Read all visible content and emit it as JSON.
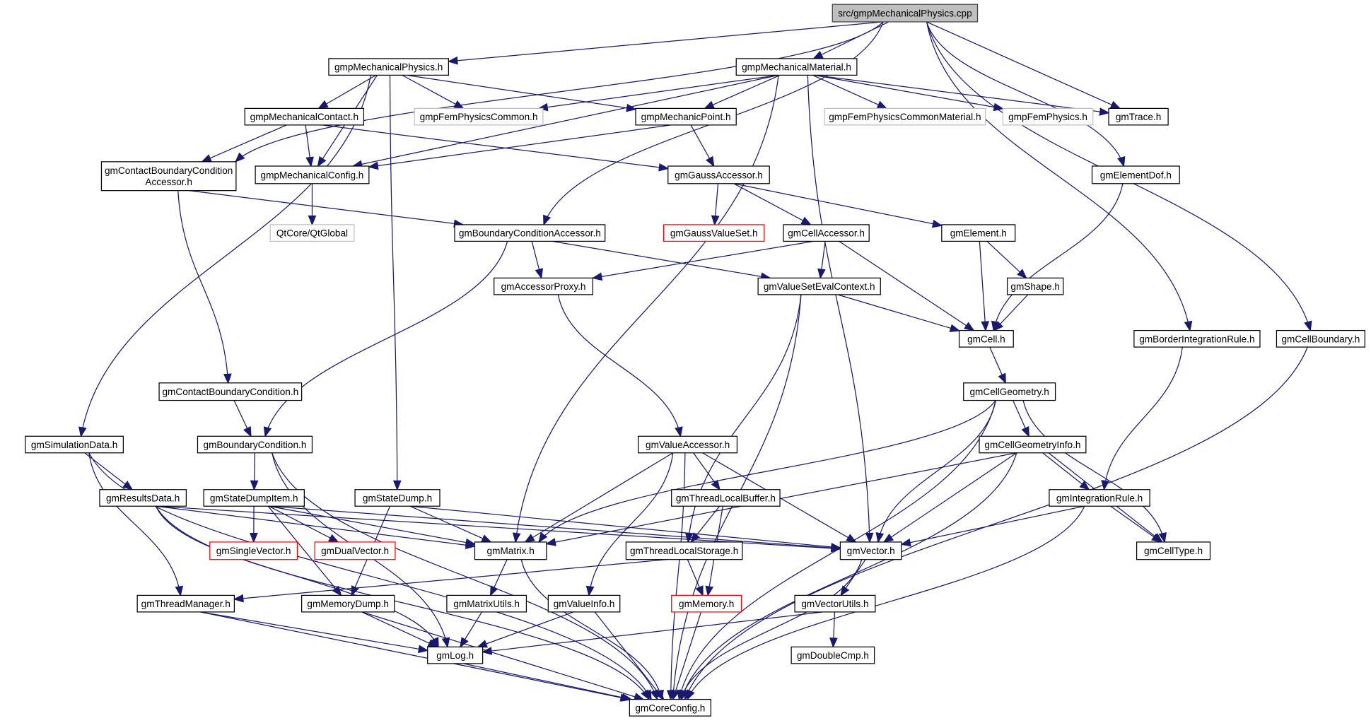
{
  "title": "src/gmpMechanicalPhysics.cpp",
  "colors": {
    "edge": "#191970",
    "root_fill": "#bfbfbf",
    "root_border": "#404040",
    "node_border": "#000000",
    "external_border": "#bfbfbf",
    "missing_border": "#ff0000",
    "node_fill": "#ffffff"
  },
  "nodes": [
    {
      "id": "cpp",
      "label": [
        "src/gmpMechanicalPhysics.cpp"
      ],
      "kind": "root"
    },
    {
      "id": "mphys",
      "label": [
        "gmpMechanicalPhysics.h"
      ],
      "kind": "normal"
    },
    {
      "id": "mmat",
      "label": [
        "gmpMechanicalMaterial.h"
      ],
      "kind": "normal"
    },
    {
      "id": "mcontact",
      "label": [
        "gmpMechanicalContact.h"
      ],
      "kind": "normal"
    },
    {
      "id": "femcommon",
      "label": [
        "gmpFemPhysicsCommon.h"
      ],
      "kind": "external"
    },
    {
      "id": "mpoint",
      "label": [
        "gmpMechanicPoint.h"
      ],
      "kind": "normal"
    },
    {
      "id": "femcommonmat",
      "label": [
        "gmpFemPhysicsCommonMaterial.h"
      ],
      "kind": "external"
    },
    {
      "id": "femphys",
      "label": [
        "gmpFemPhysics.h"
      ],
      "kind": "external"
    },
    {
      "id": "trace",
      "label": [
        "gmTrace.h"
      ],
      "kind": "normal"
    },
    {
      "id": "cbcacc",
      "label": [
        "gmContactBoundaryCondition",
        "Accessor.h"
      ],
      "kind": "normal"
    },
    {
      "id": "mconfig",
      "label": [
        "gmpMechanicalConfig.h"
      ],
      "kind": "normal"
    },
    {
      "id": "gaussacc",
      "label": [
        "gmGaussAccessor.h"
      ],
      "kind": "normal"
    },
    {
      "id": "elemdof",
      "label": [
        "gmElementDof.h"
      ],
      "kind": "normal"
    },
    {
      "id": "qtglobal",
      "label": [
        "QtCore/QtGlobal"
      ],
      "kind": "external"
    },
    {
      "id": "bcacc",
      "label": [
        "gmBoundaryConditionAccessor.h"
      ],
      "kind": "normal"
    },
    {
      "id": "gaussvs",
      "label": [
        "gmGaussValueSet.h"
      ],
      "kind": "missing"
    },
    {
      "id": "cellacc",
      "label": [
        "gmCellAccessor.h"
      ],
      "kind": "normal"
    },
    {
      "id": "element",
      "label": [
        "gmElement.h"
      ],
      "kind": "normal"
    },
    {
      "id": "accproxy",
      "label": [
        "gmAccessorProxy.h"
      ],
      "kind": "normal"
    },
    {
      "id": "vsevalctx",
      "label": [
        "gmValueSetEvalContext.h"
      ],
      "kind": "normal"
    },
    {
      "id": "shape",
      "label": [
        "gmShape.h"
      ],
      "kind": "normal"
    },
    {
      "id": "cell",
      "label": [
        "gmCell.h"
      ],
      "kind": "normal"
    },
    {
      "id": "borderir",
      "label": [
        "gmBorderIntegrationRule.h"
      ],
      "kind": "normal"
    },
    {
      "id": "cellbnd",
      "label": [
        "gmCellBoundary.h"
      ],
      "kind": "normal"
    },
    {
      "id": "cbc",
      "label": [
        "gmContactBoundaryCondition.h"
      ],
      "kind": "normal"
    },
    {
      "id": "cellgeom",
      "label": [
        "gmCellGeometry.h"
      ],
      "kind": "normal"
    },
    {
      "id": "simdata",
      "label": [
        "gmSimulationData.h"
      ],
      "kind": "normal"
    },
    {
      "id": "bc",
      "label": [
        "gmBoundaryCondition.h"
      ],
      "kind": "normal"
    },
    {
      "id": "valacc",
      "label": [
        "gmValueAccessor.h"
      ],
      "kind": "normal"
    },
    {
      "id": "cellgeominfo",
      "label": [
        "gmCellGeometryInfo.h"
      ],
      "kind": "normal"
    },
    {
      "id": "results",
      "label": [
        "gmResultsData.h"
      ],
      "kind": "normal"
    },
    {
      "id": "sditem",
      "label": [
        "gmStateDumpItem.h"
      ],
      "kind": "normal"
    },
    {
      "id": "statedump",
      "label": [
        "gmStateDump.h"
      ],
      "kind": "normal"
    },
    {
      "id": "tlbuf",
      "label": [
        "gmThreadLocalBuffer.h"
      ],
      "kind": "normal"
    },
    {
      "id": "intrule",
      "label": [
        "gmIntegrationRule.h"
      ],
      "kind": "normal"
    },
    {
      "id": "singlevec",
      "label": [
        "gmSingleVector.h"
      ],
      "kind": "missing"
    },
    {
      "id": "dualvec",
      "label": [
        "gmDualVector.h"
      ],
      "kind": "missing"
    },
    {
      "id": "matrix",
      "label": [
        "gmMatrix.h"
      ],
      "kind": "normal"
    },
    {
      "id": "tls",
      "label": [
        "gmThreadLocalStorage.h"
      ],
      "kind": "normal"
    },
    {
      "id": "vector",
      "label": [
        "gmVector.h"
      ],
      "kind": "normal"
    },
    {
      "id": "celltype",
      "label": [
        "gmCellType.h"
      ],
      "kind": "normal"
    },
    {
      "id": "threadmgr",
      "label": [
        "gmThreadManager.h"
      ],
      "kind": "normal"
    },
    {
      "id": "memdump",
      "label": [
        "gmMemoryDump.h"
      ],
      "kind": "normal"
    },
    {
      "id": "matutils",
      "label": [
        "gmMatrixUtils.h"
      ],
      "kind": "normal"
    },
    {
      "id": "valinfo",
      "label": [
        "gmValueInfo.h"
      ],
      "kind": "normal"
    },
    {
      "id": "memory",
      "label": [
        "gmMemory.h"
      ],
      "kind": "missing"
    },
    {
      "id": "vecutils",
      "label": [
        "gmVectorUtils.h"
      ],
      "kind": "normal"
    },
    {
      "id": "log",
      "label": [
        "gmLog.h"
      ],
      "kind": "normal"
    },
    {
      "id": "doublecmp",
      "label": [
        "gmDoubleCmp.h"
      ],
      "kind": "normal"
    },
    {
      "id": "coreconfig",
      "label": [
        "gmCoreConfig.h"
      ],
      "kind": "normal"
    }
  ],
  "edges": [
    [
      "cpp",
      "mphys"
    ],
    [
      "cpp",
      "mmat"
    ],
    [
      "cpp",
      "trace"
    ],
    [
      "cpp",
      "cbcacc"
    ],
    [
      "cpp",
      "bcacc"
    ],
    [
      "cpp",
      "elemdof"
    ],
    [
      "cpp",
      "borderir"
    ],
    [
      "cpp",
      "cellbnd"
    ],
    [
      "mphys",
      "mcontact"
    ],
    [
      "mphys",
      "femcommon"
    ],
    [
      "mphys",
      "mpoint"
    ],
    [
      "mphys",
      "mconfig"
    ],
    [
      "mphys",
      "simdata"
    ],
    [
      "mphys",
      "statedump"
    ],
    [
      "mmat",
      "femcommon"
    ],
    [
      "mmat",
      "mpoint"
    ],
    [
      "mmat",
      "femcommonmat"
    ],
    [
      "mmat",
      "femphys"
    ],
    [
      "mmat",
      "trace"
    ],
    [
      "mmat",
      "mconfig"
    ],
    [
      "mmat",
      "matrix"
    ],
    [
      "mmat",
      "vector"
    ],
    [
      "mcontact",
      "cbcacc"
    ],
    [
      "mcontact",
      "mconfig"
    ],
    [
      "mcontact",
      "gaussacc"
    ],
    [
      "mpoint",
      "mconfig"
    ],
    [
      "mpoint",
      "gaussacc"
    ],
    [
      "mconfig",
      "qtglobal"
    ],
    [
      "cbcacc",
      "bcacc"
    ],
    [
      "cbcacc",
      "cbc"
    ],
    [
      "gaussacc",
      "gaussvs"
    ],
    [
      "gaussacc",
      "cellacc"
    ],
    [
      "gaussacc",
      "element"
    ],
    [
      "elemdof",
      "cell"
    ],
    [
      "bcacc",
      "accproxy"
    ],
    [
      "bcacc",
      "vsevalctx"
    ],
    [
      "bcacc",
      "bc"
    ],
    [
      "cellacc",
      "accproxy"
    ],
    [
      "cellacc",
      "vsevalctx"
    ],
    [
      "cellacc",
      "cell"
    ],
    [
      "element",
      "shape"
    ],
    [
      "element",
      "cell"
    ],
    [
      "shape",
      "cell"
    ],
    [
      "vsevalctx",
      "cell"
    ],
    [
      "vsevalctx",
      "tls"
    ],
    [
      "vsevalctx",
      "coreconfig"
    ],
    [
      "accproxy",
      "valacc"
    ],
    [
      "cell",
      "cellgeom"
    ],
    [
      "borderir",
      "intrule"
    ],
    [
      "cellbnd",
      "coreconfig"
    ],
    [
      "cbc",
      "bc"
    ],
    [
      "cellgeom",
      "cellgeominfo"
    ],
    [
      "cellgeom",
      "matrix"
    ],
    [
      "cellgeom",
      "vector"
    ],
    [
      "cellgeom",
      "celltype"
    ],
    [
      "cellgeom",
      "coreconfig"
    ],
    [
      "simdata",
      "results"
    ],
    [
      "simdata",
      "threadmgr"
    ],
    [
      "simdata",
      "coreconfig"
    ],
    [
      "bc",
      "sditem"
    ],
    [
      "bc",
      "log"
    ],
    [
      "bc",
      "coreconfig"
    ],
    [
      "valacc",
      "tlbuf"
    ],
    [
      "valacc",
      "matrix"
    ],
    [
      "valacc",
      "vector"
    ],
    [
      "valacc",
      "valinfo"
    ],
    [
      "valacc",
      "coreconfig"
    ],
    [
      "cellgeominfo",
      "intrule"
    ],
    [
      "cellgeominfo",
      "celltype"
    ],
    [
      "cellgeominfo",
      "matrix"
    ],
    [
      "cellgeominfo",
      "vector"
    ],
    [
      "cellgeominfo",
      "coreconfig"
    ],
    [
      "results",
      "matrix"
    ],
    [
      "results",
      "vector"
    ],
    [
      "results",
      "log"
    ],
    [
      "results",
      "coreconfig"
    ],
    [
      "sditem",
      "singlevec"
    ],
    [
      "sditem",
      "dualvec"
    ],
    [
      "sditem",
      "matrix"
    ],
    [
      "sditem",
      "vector"
    ],
    [
      "sditem",
      "memdump"
    ],
    [
      "statedump",
      "matrix"
    ],
    [
      "statedump",
      "vector"
    ],
    [
      "statedump",
      "memdump"
    ],
    [
      "tlbuf",
      "tls"
    ],
    [
      "tlbuf",
      "memory"
    ],
    [
      "intrule",
      "vector"
    ],
    [
      "intrule",
      "celltype"
    ],
    [
      "intrule",
      "coreconfig"
    ],
    [
      "matrix",
      "matutils"
    ],
    [
      "matrix",
      "coreconfig"
    ],
    [
      "tls",
      "memory"
    ],
    [
      "tls",
      "threadmgr"
    ],
    [
      "vector",
      "vecutils"
    ],
    [
      "vector",
      "coreconfig"
    ],
    [
      "threadmgr",
      "log"
    ],
    [
      "threadmgr",
      "coreconfig"
    ],
    [
      "memdump",
      "log"
    ],
    [
      "memdump",
      "coreconfig"
    ],
    [
      "matutils",
      "log"
    ],
    [
      "valinfo",
      "log"
    ],
    [
      "valinfo",
      "coreconfig"
    ],
    [
      "memory",
      "coreconfig"
    ],
    [
      "vecutils",
      "log"
    ],
    [
      "vecutils",
      "doublecmp"
    ],
    [
      "log",
      "coreconfig"
    ]
  ]
}
